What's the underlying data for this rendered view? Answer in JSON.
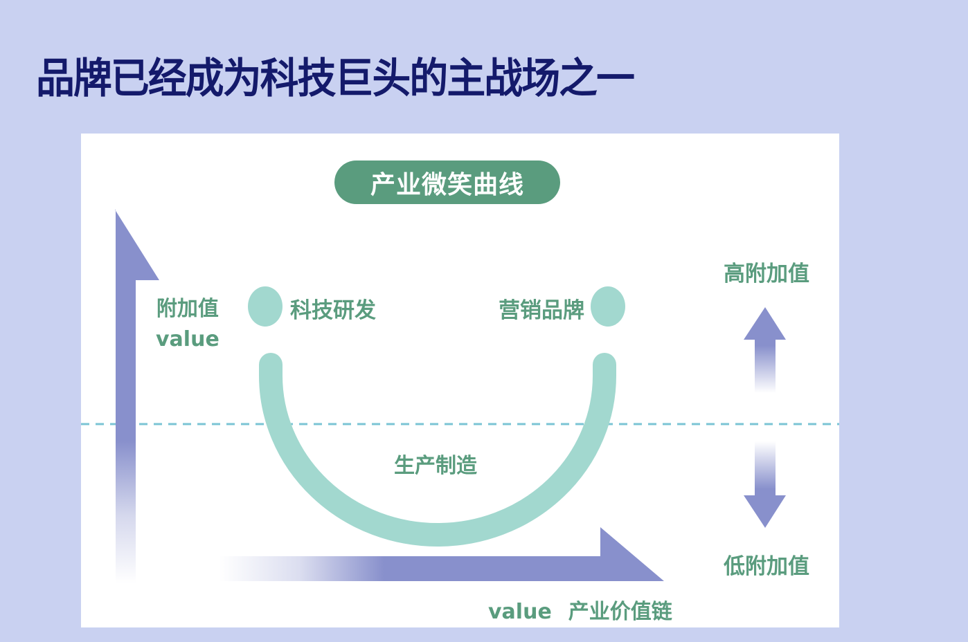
{
  "page": {
    "title": "品牌已经成为科技巨头的主战场之一"
  },
  "diagram": {
    "title": "产业微笑曲线",
    "y_axis_label_cn": "附加值",
    "y_axis_label_en": "value",
    "x_axis_label_en": "value",
    "x_axis_label_cn": "产业价值链",
    "left_stage": "科技研发",
    "right_stage": "营销品牌",
    "bottom_stage": "生产制造",
    "high_value_label": "高附加值",
    "low_value_label": "低附加值",
    "colors": {
      "background": "#c9d1f1",
      "title_text": "#141a6b",
      "pill": "#5a9c7e",
      "label_text": "#5a9c7e",
      "smile": "#a2d8cf",
      "arrow": "#8890cc",
      "dashed_line": "#7bc4d4"
    }
  }
}
